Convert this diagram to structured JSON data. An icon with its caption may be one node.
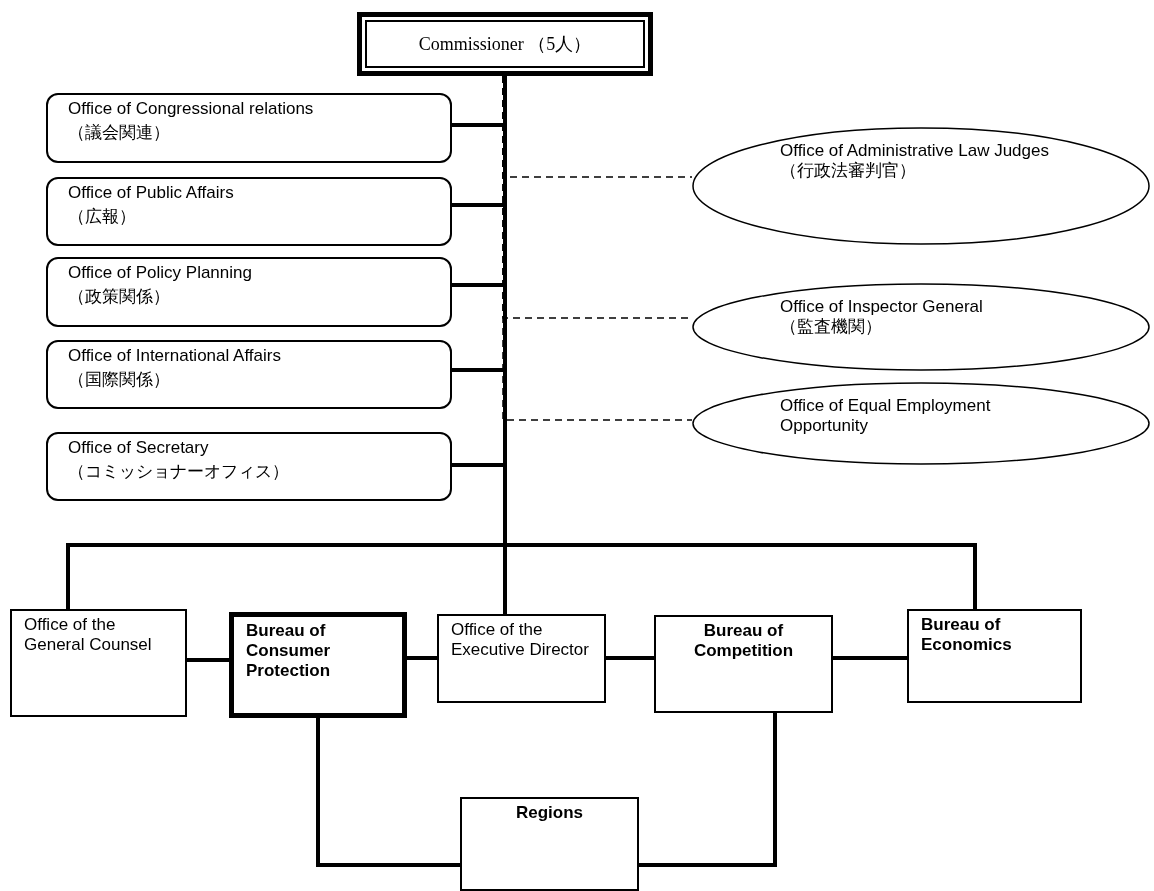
{
  "diagram": {
    "nodes": [
      {
        "text": [
          "Commissioner （5人）"
        ]
      },
      {
        "text": [
          "Office of Congressional relations",
          "（議会関連）"
        ]
      },
      {
        "text": [
          "Office of Public Affairs",
          "（広報）"
        ]
      },
      {
        "text": [
          "Office of Policy Planning",
          "（政策関係）"
        ]
      },
      {
        "text": [
          "Office of International Affairs",
          "（国際関係）"
        ]
      },
      {
        "text": [
          "Office of Secretary",
          "（コミッショナーオフィス）"
        ]
      },
      {
        "text": [
          "Office of Administrative Law Judges",
          "（行政法審判官）"
        ]
      },
      {
        "text": [
          "Office of Inspector General",
          "（監査機関）"
        ]
      },
      {
        "text": [
          "Office of Equal Employment Opportunity"
        ]
      },
      {
        "text": [
          "Office of the General Counsel"
        ]
      },
      {
        "text": [
          "Bureau of Consumer Protection"
        ]
      },
      {
        "text": [
          "Office of the Executive Director"
        ]
      },
      {
        "text": [
          "Bureau of Competition"
        ]
      },
      {
        "text": [
          "Bureau of Economics"
        ]
      },
      {
        "text": [
          "Regions"
        ]
      }
    ],
    "edges": [
      {
        "from": 0,
        "to": 1,
        "arrow": "none"
      },
      {
        "from": 0,
        "to": 2,
        "arrow": "none"
      },
      {
        "from": 0,
        "to": 3,
        "arrow": "none"
      },
      {
        "from": 0,
        "to": 4,
        "arrow": "none"
      },
      {
        "from": 0,
        "to": 5,
        "arrow": "none"
      },
      {
        "from": 0,
        "to": 6,
        "arrow": "none",
        "style": "dashed"
      },
      {
        "from": 0,
        "to": 7,
        "arrow": "none",
        "style": "dashed"
      },
      {
        "from": 0,
        "to": 8,
        "arrow": "none",
        "style": "dashed"
      },
      {
        "from": 0,
        "to": 9,
        "arrow": "none"
      },
      {
        "from": 0,
        "to": 11,
        "arrow": "none"
      },
      {
        "from": 0,
        "to": 13,
        "arrow": "none"
      },
      {
        "from": 9,
        "to": 10,
        "arrow": "none"
      },
      {
        "from": 10,
        "to": 11,
        "arrow": "none"
      },
      {
        "from": 11,
        "to": 12,
        "arrow": "none"
      },
      {
        "from": 12,
        "to": 13,
        "arrow": "none"
      },
      {
        "from": 10,
        "to": 14,
        "arrow": "none"
      },
      {
        "from": 12,
        "to": 14,
        "arrow": "none"
      }
    ]
  }
}
